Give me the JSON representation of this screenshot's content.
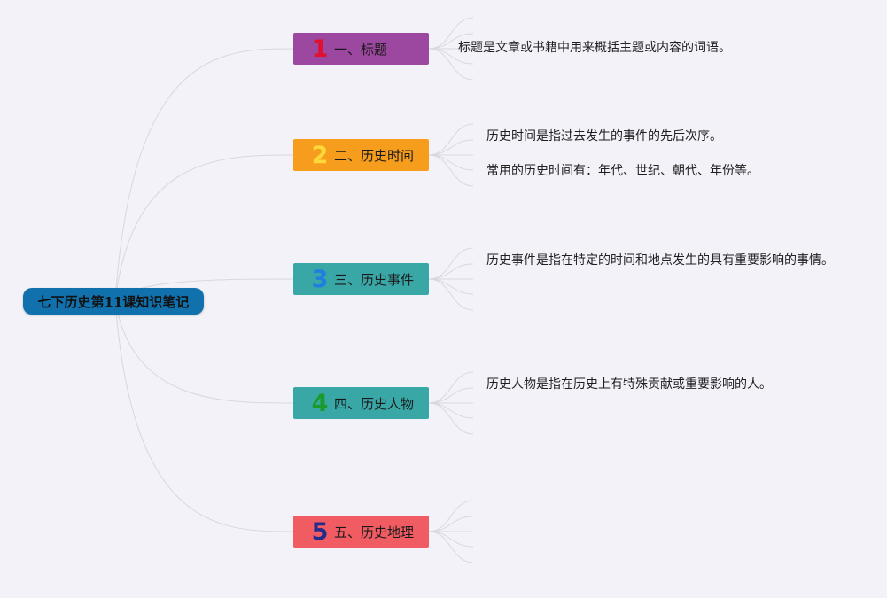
{
  "root": {
    "title": "七下历史第11课知识笔记"
  },
  "colors": {
    "background": "#f3f2f9",
    "root": "#1071ad",
    "connector": "#d8d7df"
  },
  "branches": [
    {
      "number": "1",
      "label": "一、标题",
      "bg": "#9c47a0",
      "num_color": "#e0102e",
      "notes": [
        "标题是文章或书籍中用来概括主题或内容的词语。"
      ]
    },
    {
      "number": "2",
      "label": "二、历史时间",
      "bg": "#f79d1d",
      "num_color": "#ffd83a",
      "notes": [
        "历史时间是指过去发生的事件的先后次序。",
        "常用的历史时间有：年代、世纪、朝代、年份等。"
      ]
    },
    {
      "number": "3",
      "label": "三、历史事件",
      "bg": "#3aa7a7",
      "num_color": "#1e7fe0",
      "notes": [
        "历史事件是指在特定的时间和地点发生的具有重要影响的事情。"
      ]
    },
    {
      "number": "4",
      "label": "四、历史人物",
      "bg": "#3aa7a7",
      "num_color": "#1a9a2a",
      "notes": [
        "历史人物是指在历史上有特殊贡献或重要影响的人。"
      ]
    },
    {
      "number": "5",
      "label": "五、历史地理",
      "bg": "#f05c62",
      "num_color": "#232b8c",
      "notes": []
    }
  ]
}
